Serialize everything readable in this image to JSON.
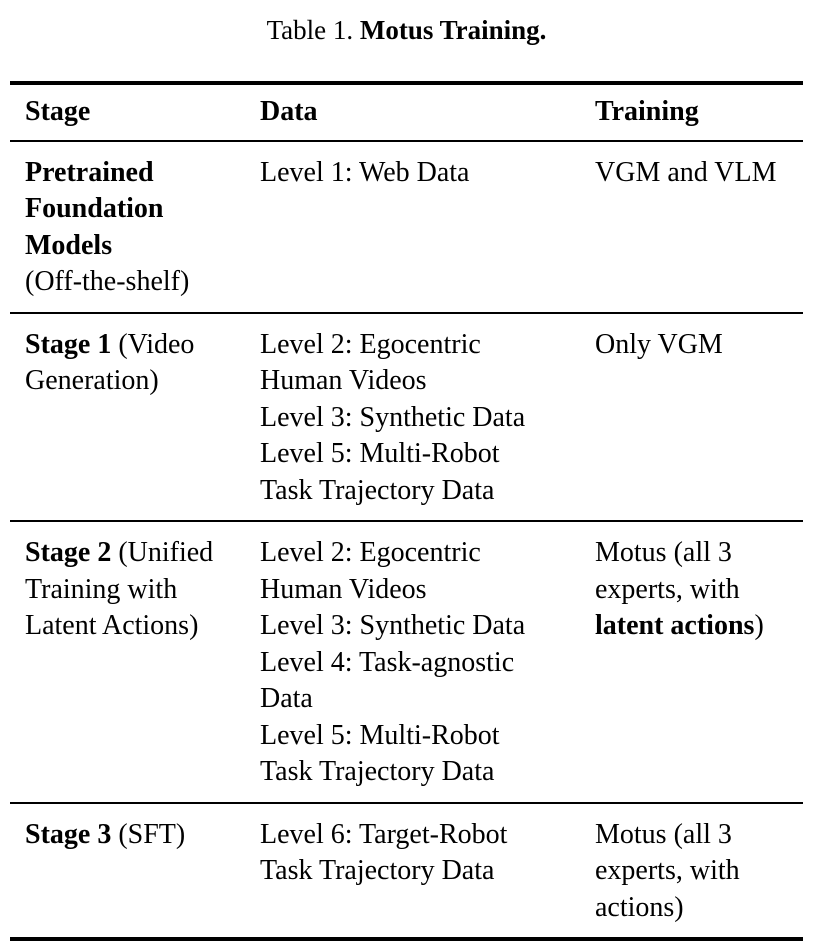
{
  "caption": {
    "segments": [
      {
        "text": "Table 1. ",
        "bold": false
      },
      {
        "text": "Motus Training.",
        "bold": true
      }
    ]
  },
  "table": {
    "headers": [
      {
        "label": "Stage"
      },
      {
        "label": "Data"
      },
      {
        "label": "Training"
      }
    ],
    "rows": [
      {
        "stage": [
          {
            "text": "Pretrained\nFoundation\nModels",
            "bold": true
          },
          {
            "text": "\n(Off-the-shelf)",
            "bold": false
          }
        ],
        "data": [
          {
            "text": "Level 1: Web Data",
            "bold": false
          }
        ],
        "training": [
          {
            "text": "VGM and VLM",
            "bold": false
          }
        ]
      },
      {
        "stage": [
          {
            "text": "Stage 1",
            "bold": true
          },
          {
            "text": " (Video\nGeneration)",
            "bold": false
          }
        ],
        "data": [
          {
            "text": "Level 2: Egocentric\nHuman Videos\nLevel 3: Synthetic Data\nLevel 5: Multi-Robot\nTask Trajectory Data",
            "bold": false
          }
        ],
        "training": [
          {
            "text": "Only VGM",
            "bold": false
          }
        ]
      },
      {
        "stage": [
          {
            "text": "Stage 2",
            "bold": true
          },
          {
            "text": " (Unified\nTraining with\nLatent Actions)",
            "bold": false
          }
        ],
        "data": [
          {
            "text": "Level 2: Egocentric\nHuman Videos\nLevel 3: Synthetic Data\nLevel 4: Task-agnostic\nData\nLevel 5: Multi-Robot\nTask Trajectory Data",
            "bold": false
          }
        ],
        "training": [
          {
            "text": "Motus (all 3\nexperts, with\n",
            "bold": false
          },
          {
            "text": "latent actions",
            "bold": true
          },
          {
            "text": ")",
            "bold": false
          }
        ]
      },
      {
        "stage": [
          {
            "text": "Stage 3",
            "bold": true
          },
          {
            "text": " (SFT)",
            "bold": false
          }
        ],
        "data": [
          {
            "text": "Level 6: Target-Robot\nTask Trajectory Data",
            "bold": false
          }
        ],
        "training": [
          {
            "text": "Motus (all 3\nexperts, with\nactions)",
            "bold": false
          }
        ]
      }
    ]
  },
  "colors": {
    "background": "#ffffff",
    "text": "#000000",
    "rule": "#000000"
  }
}
